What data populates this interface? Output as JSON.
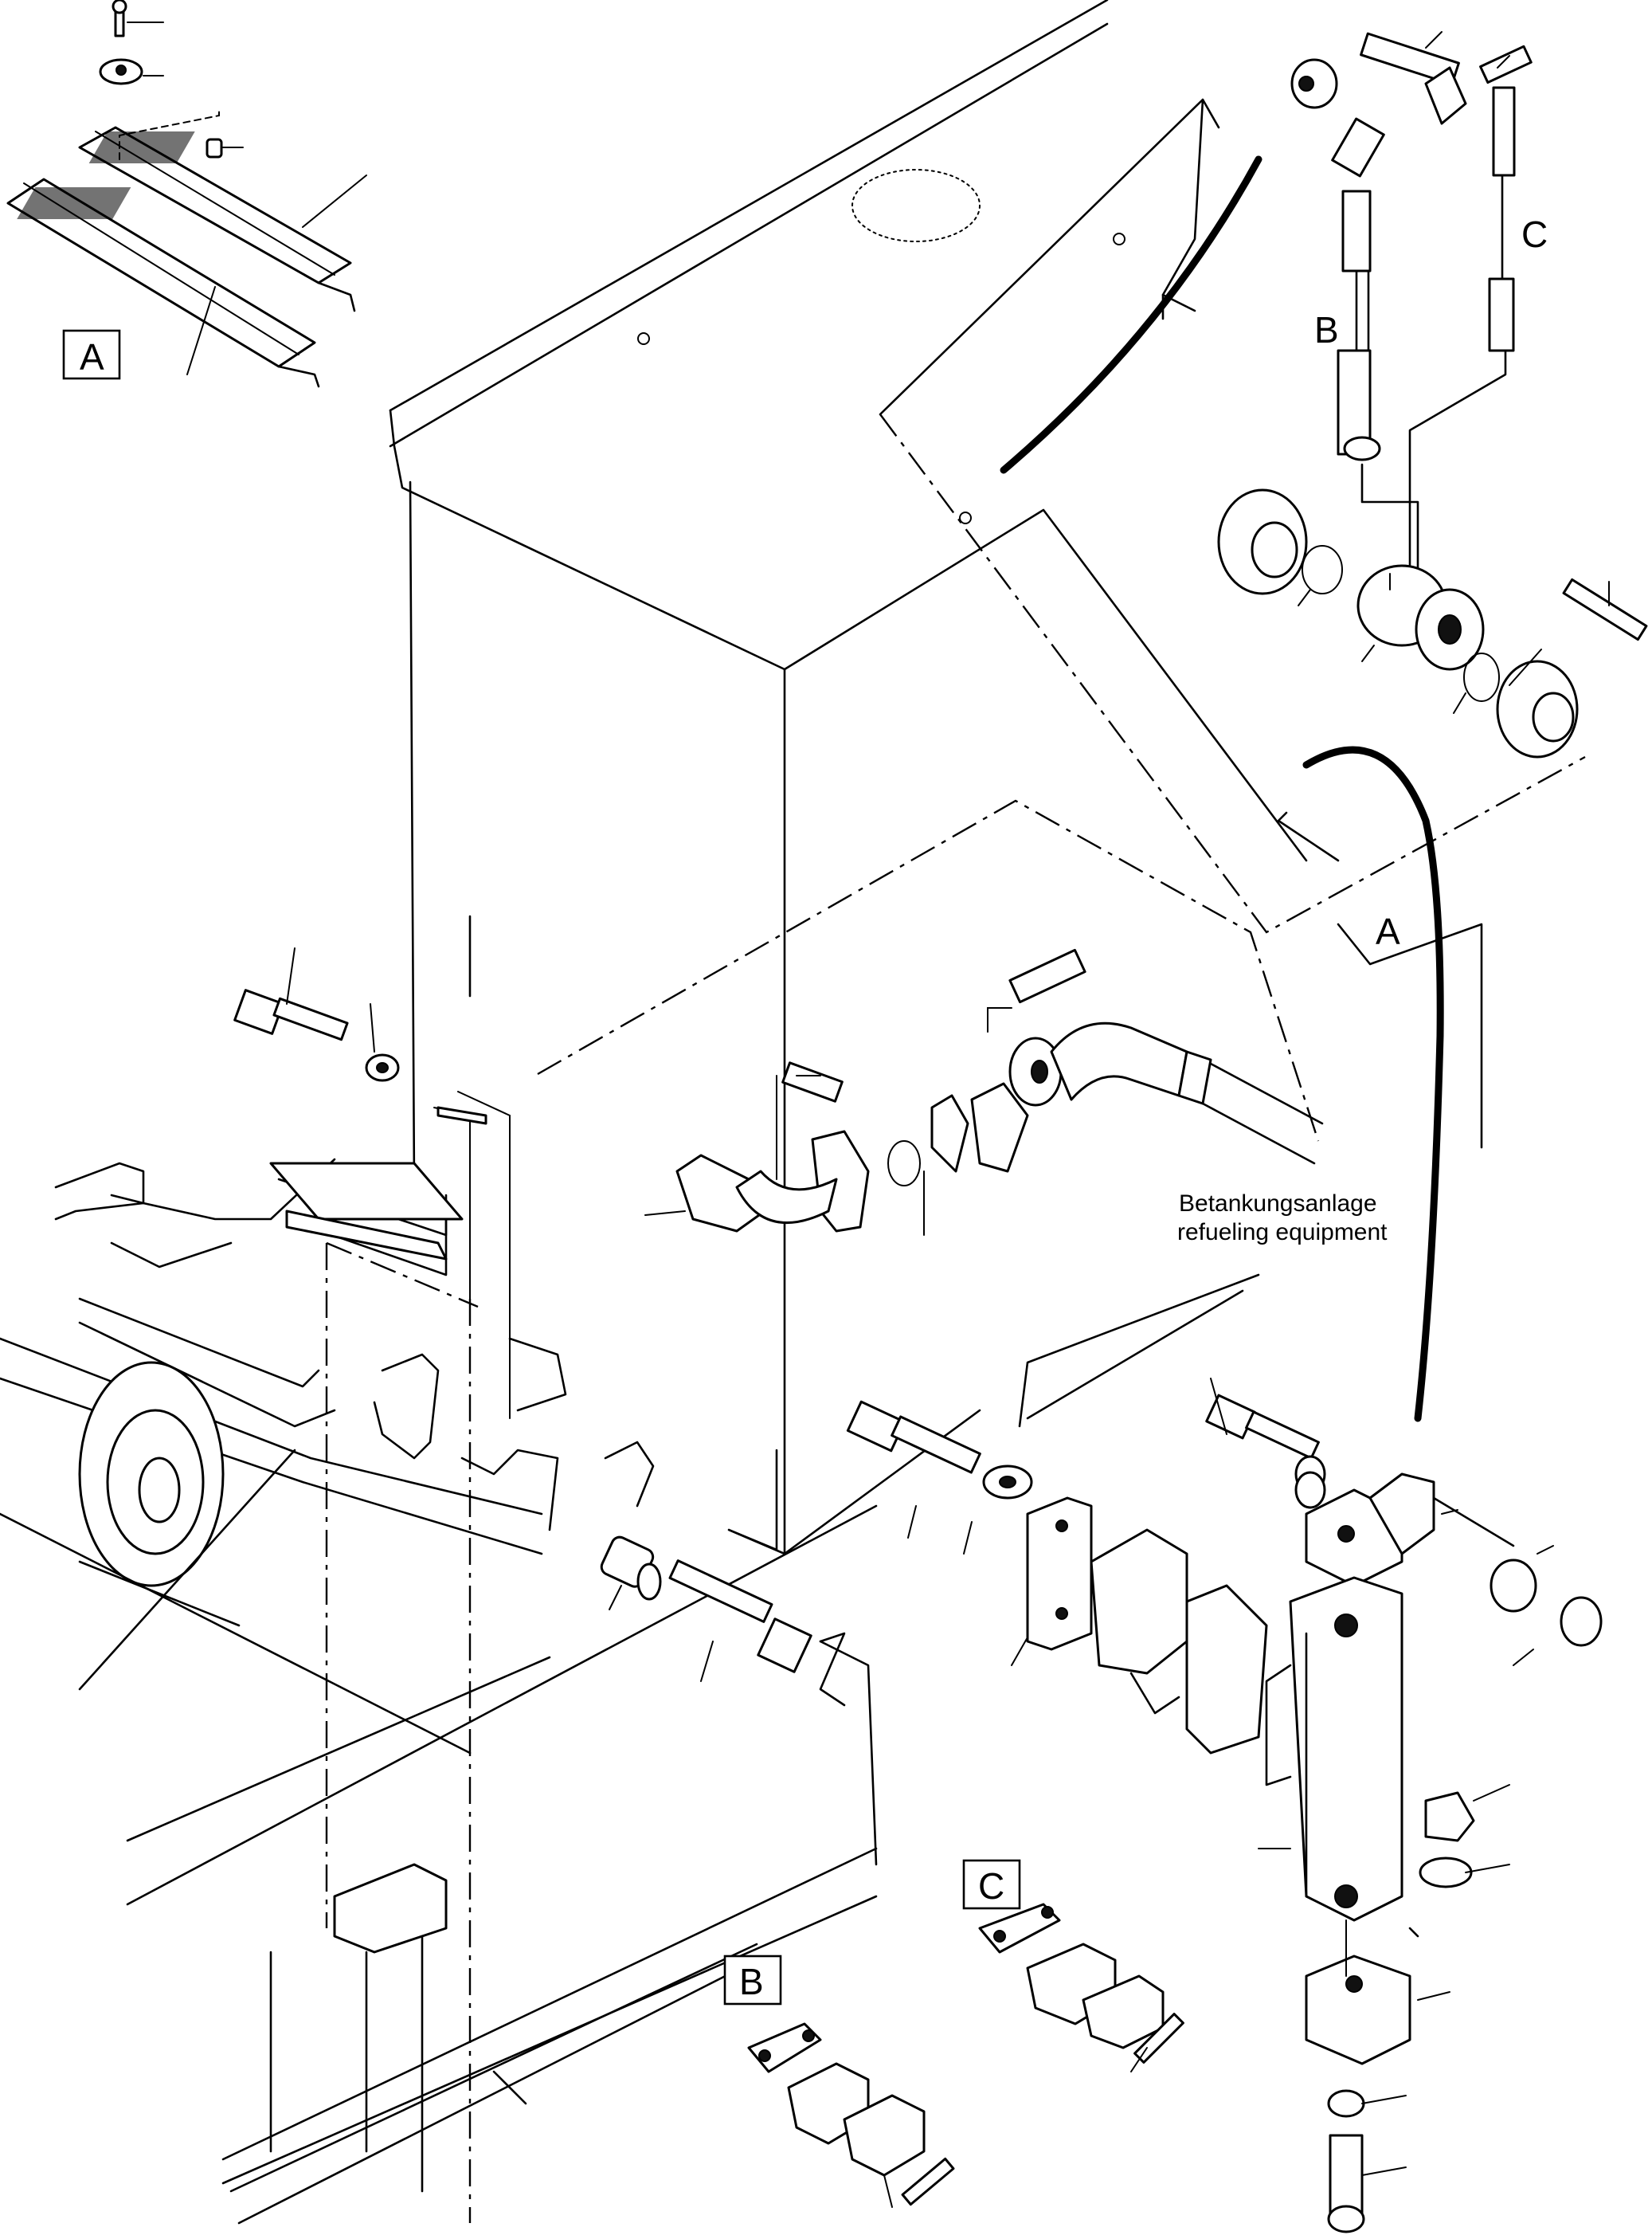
{
  "callouts": {
    "a_box": "A",
    "b_box": "B",
    "c_box": "C",
    "b_hose": "B",
    "c_hose": "C",
    "a_section": "A"
  },
  "note": {
    "line1": "Betankungsanlage",
    "line2": "refueling equipment"
  }
}
